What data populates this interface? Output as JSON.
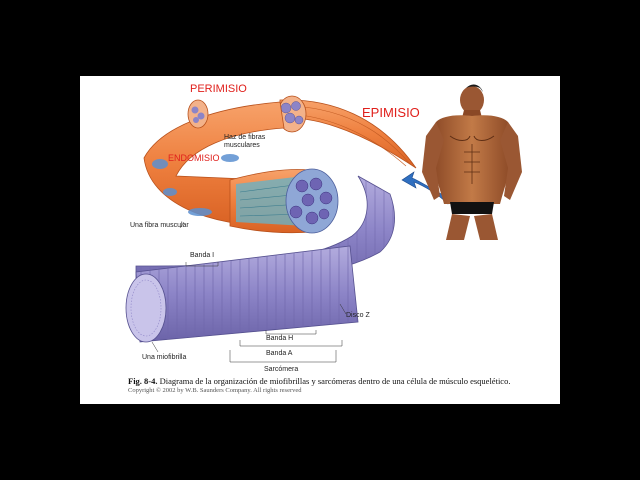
{
  "labels": {
    "perimisio": "PERIMISIO",
    "epimisio": "EPIMISIO",
    "endomisio": "ENDOMISIO",
    "haz_line1": "Haz de fibras",
    "haz_line2": "musculares",
    "una_fibra": "Una fibra muscular",
    "banda_i": "Banda I",
    "disco_z": "Disco Z",
    "banda_h": "Banda H",
    "banda_a": "Banda A",
    "sarcomera": "Sarcómera",
    "una_miofibrilla": "Una miofibrilla"
  },
  "caption": {
    "fig_number": "Fig. 8-4.",
    "text": " Diagrama de la organización de miofibrillas y sarcómeras dentro de una célula de músculo esquelético."
  },
  "copyright": "Copyright © 2002 by W.B. Saunders Company. All rights reserved",
  "colors": {
    "label_red": "#e0201c",
    "muscle_orange": "#f08a4b",
    "myofibril_purple": "#8f86c8",
    "fiber_blue": "#5b8fd0",
    "skin": "#b86a3c",
    "arrow_blue": "#2f6fc0",
    "background": "#000000",
    "slide": "#ffffff"
  }
}
